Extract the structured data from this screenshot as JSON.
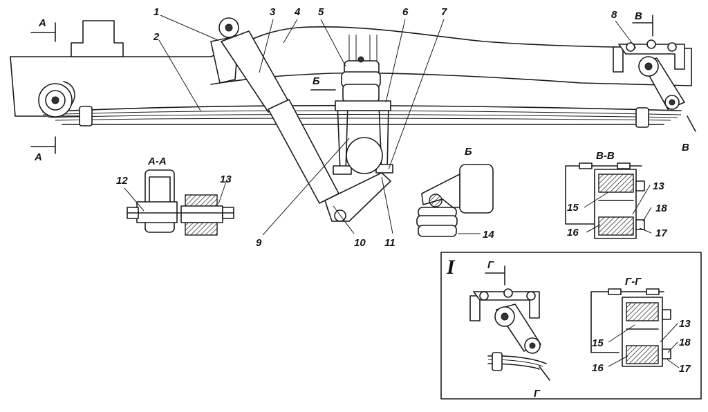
{
  "labels": {
    "n1": "1",
    "n2": "2",
    "n3": "3",
    "n4": "4",
    "n5": "5",
    "n6": "6",
    "n7": "7",
    "n8": "8",
    "n9": "9",
    "n10": "10",
    "n11": "11",
    "n12": "12",
    "n13": "13",
    "n14": "14",
    "n15": "15",
    "n16": "16",
    "n17": "17",
    "n18": "18"
  },
  "sections": {
    "a": "А",
    "b": "Б",
    "v": "В",
    "g": "Г",
    "aa": "А-А",
    "vv": "В-В",
    "gg": "Г-Г",
    "inset": "I"
  }
}
